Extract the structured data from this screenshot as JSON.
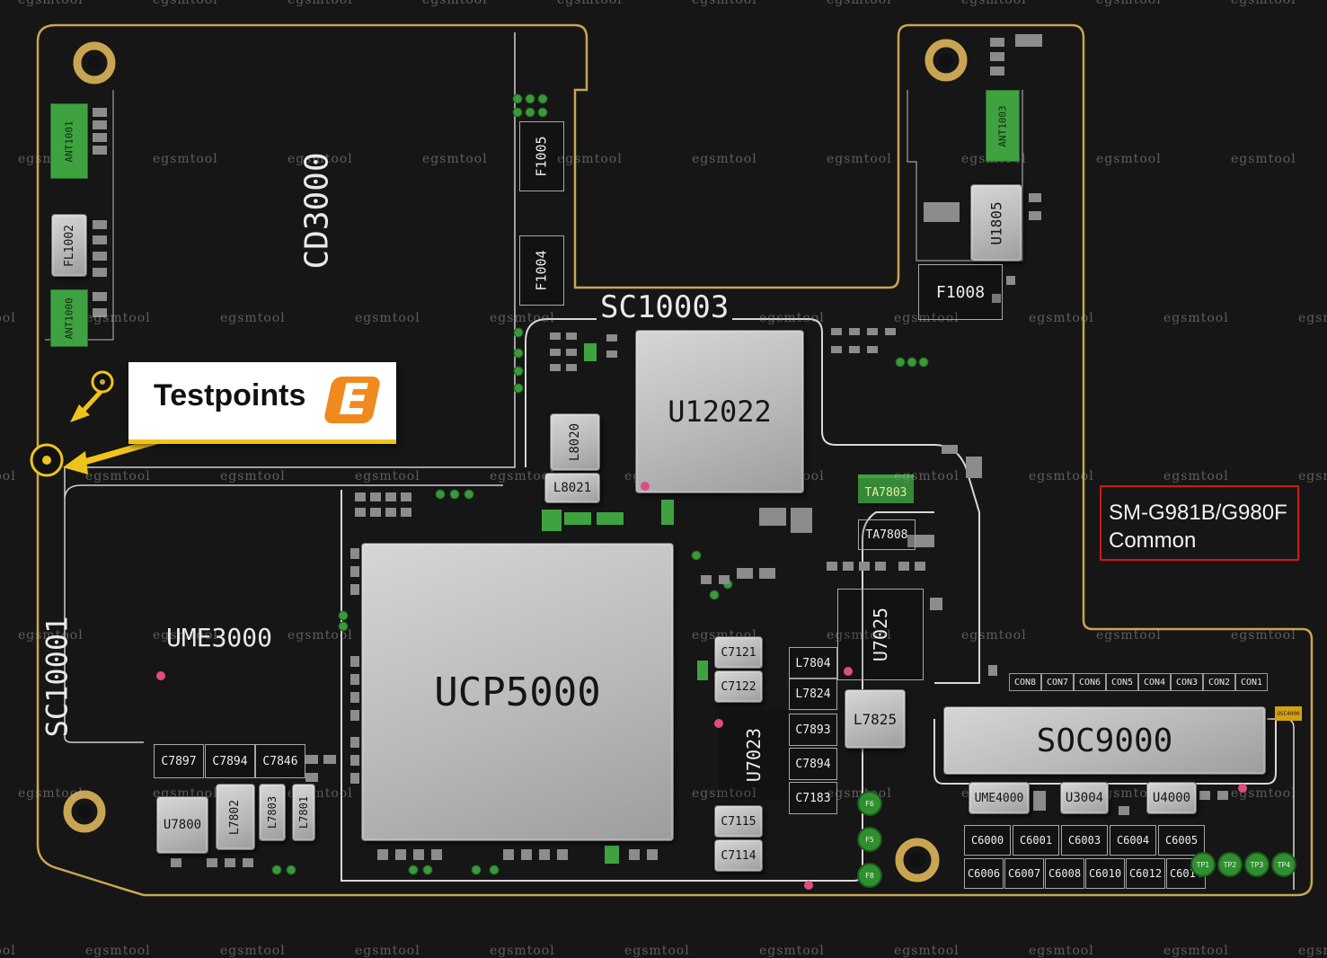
{
  "watermark": "egsmtool",
  "callout": {
    "label": "Testpoints",
    "logo_letter": "E"
  },
  "model_box": {
    "line1": "SM-G981B/G980F",
    "line2": "Common"
  },
  "colors": {
    "board": "#161616",
    "outline": "#c9a553",
    "callout_arrow": "#f0c31a",
    "model_border": "#d01818",
    "accent": "#f08a1e"
  },
  "blocks": {
    "cd3000": "CD3000",
    "ume3000": "UME3000",
    "sc10001": "SC10001",
    "sc10003": "SC10003",
    "ucp5000": "UCP5000",
    "u12022": "U12022",
    "soc9000": "SOC9000",
    "u7025": "U7025",
    "u7023": "U7023"
  },
  "parts": {
    "f1005": "F1005",
    "f1004": "F1004",
    "f1008": "F1008",
    "u1805": "U1805",
    "l8020": "L8020",
    "l8021": "L8021",
    "ant1001": "ANT1001",
    "ant1000": "ANT1000",
    "ant1003": "ANT1003",
    "fl1002": "FL1002",
    "ta7803": "TA7803",
    "ta7808": "TA7808",
    "c7121": "C7121",
    "c7122": "C7122",
    "l7804": "L7804",
    "l7824": "L7824",
    "l7825": "L7825",
    "c7893": "C7893",
    "c7894b": "C7894",
    "c7183": "C7183",
    "c7115": "C7115",
    "c7114": "C7114",
    "c7897": "C7897",
    "c7894": "C7894",
    "c7846": "C7846",
    "u7800": "U7800",
    "l7802": "L7802",
    "l7803": "L7803",
    "l7801": "L7801",
    "ume4000": "UME4000",
    "u3004": "U3004",
    "u4000": "U4000"
  },
  "connectors": [
    "CON8",
    "CON7",
    "CON6",
    "CON5",
    "CON4",
    "CON3",
    "CON2",
    "CON1"
  ],
  "c6000_row1": [
    "C6000",
    "C6001",
    "C6003",
    "C6004",
    "C6005"
  ],
  "c6000_row2": [
    "C6006",
    "C6007",
    "C6008",
    "C6010",
    "C6012",
    "C6014"
  ],
  "test_pads": [
    "TP1",
    "TP2",
    "TP3",
    "TP4"
  ],
  "fuse_pads": [
    "F6",
    "F5",
    "F8"
  ],
  "osc_label": "OSC4000"
}
